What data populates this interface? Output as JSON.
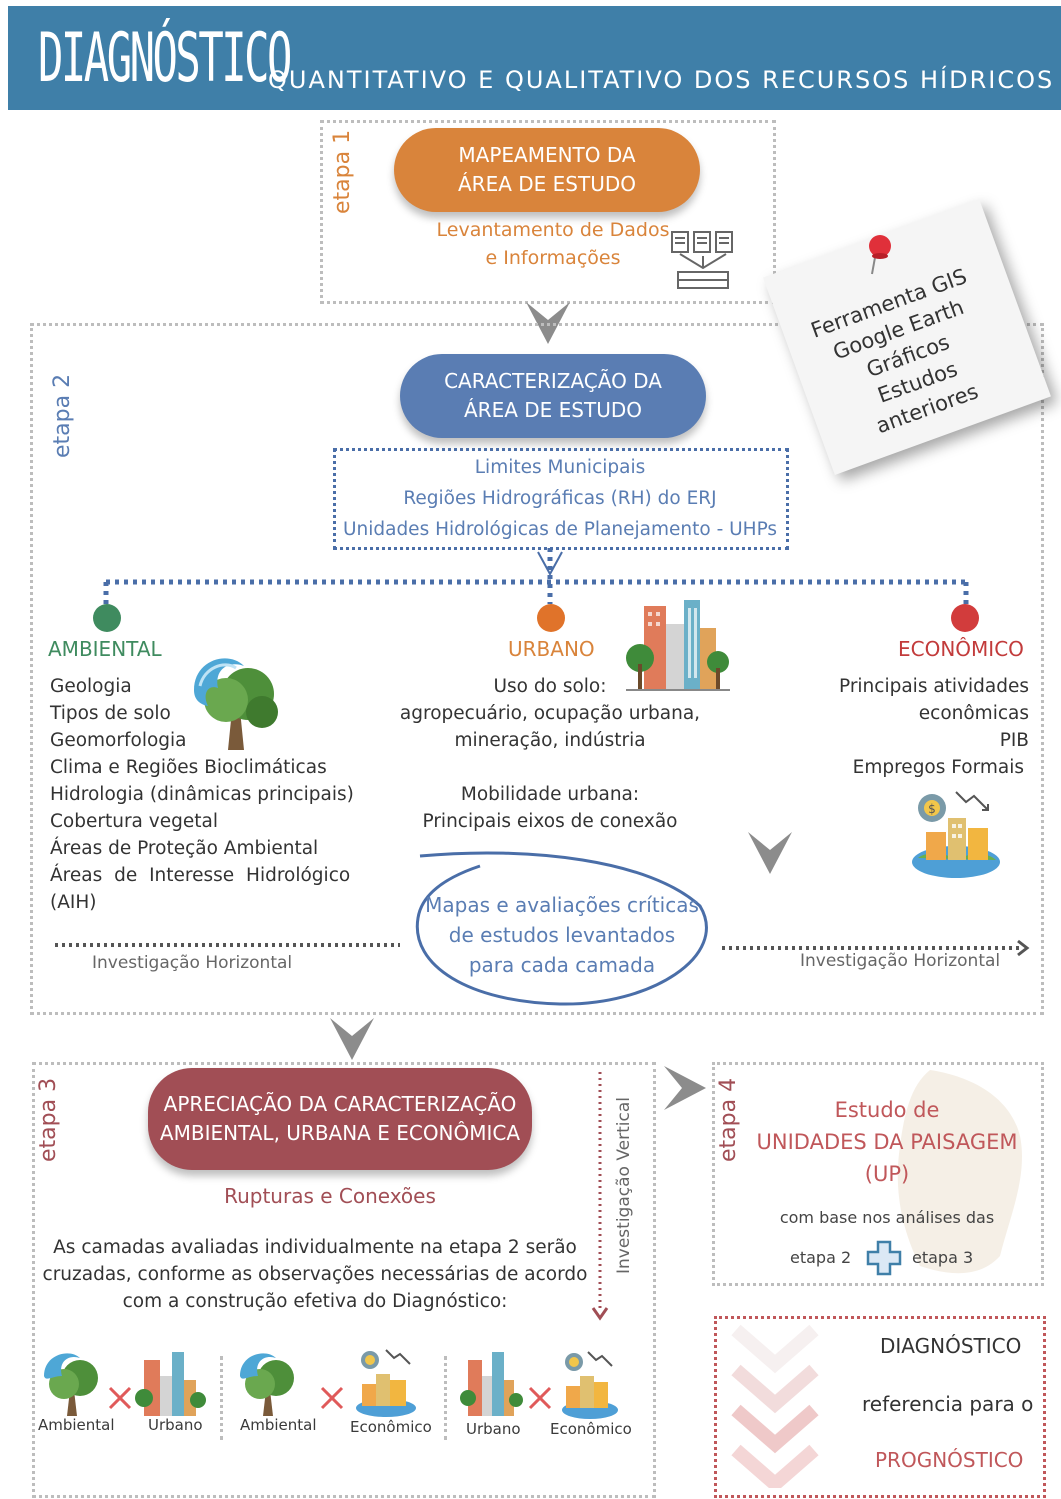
{
  "header": {
    "title": "DIAGNÓSTICO",
    "subtitle": "QUANTITATIVO E QUALITATIVO DOS RECURSOS HÍDRICOS"
  },
  "etapa1": {
    "label": "etapa 1",
    "box_title_line1": "MAPEAMENTO DA",
    "box_title_line2": "ÁREA DE ESTUDO",
    "sub_line1": "Levantamento de Dados",
    "sub_line2": "e Informações"
  },
  "note": {
    "line1": "Ferramenta GIS",
    "line2": "Google Earth",
    "line3": "Gráficos",
    "line4": "Estudos",
    "line5": "anteriores"
  },
  "etapa2": {
    "label": "etapa 2",
    "box_title_line1": "CARACTERIZAÇÃO DA",
    "box_title_line2": "ÁREA DE ESTUDO",
    "limits": [
      "Limites Municipais",
      "Regiões Hidrográficas (RH) do ERJ",
      "Unidades Hidrológicas de Planejamento - UHPs"
    ],
    "ambiental": {
      "title": "AMBIENTAL",
      "items": [
        "Geologia",
        "Tipos de solo",
        "Geomorfologia",
        "Clima e Regiões Bioclimáticas",
        "Hidrologia (dinâmicas principais)",
        "Cobertura vegetal",
        "Áreas de Proteção Ambiental",
        "Áreas de Interesse Hidrológico",
        "(AIH)"
      ]
    },
    "urbano": {
      "title": "URBANO",
      "items": [
        "Uso do solo:",
        "agropecuário, ocupação urbana,",
        "mineração, indústria",
        "",
        "Mobilidade urbana:",
        "Principais eixos de conexão"
      ]
    },
    "economico": {
      "title": "ECONÔMICO",
      "items": [
        "Principais atividades",
        "econômicas",
        "PIB",
        "Empregos Formais"
      ]
    },
    "circle_line1": "Mapas e avaliações críticas",
    "circle_line2": "de estudos levantados",
    "circle_line3": "para cada camada",
    "horizontal_left": "Investigação Horizontal",
    "horizontal_right": "Investigação Horizontal"
  },
  "etapa3": {
    "label": "etapa 3",
    "box_title_line1": "APRECIAÇÃO DA CARACTERIZAÇÃO",
    "box_title_line2": "AMBIENTAL, URBANA E ECONÔMICA",
    "subtitle": "Rupturas e Conexões",
    "text_line1": "As camadas avaliadas individualmente na etapa 2 serão",
    "text_line2": "cruzadas, conforme as observações necessárias de acordo",
    "text_line3": "com a construção efetiva do Diagnóstico:",
    "vertical": "Investigação Vertical",
    "pairs": [
      {
        "a": "Ambiental",
        "b": "Urbano"
      },
      {
        "a": "Ambiental",
        "b": "Econômico"
      },
      {
        "a": "Urbano",
        "b": "Econômico"
      }
    ]
  },
  "etapa4": {
    "label": "etapa 4",
    "title_line1": "Estudo de",
    "title_line2": "UNIDADES DA PAISAGEM",
    "title_line3": "(UP)",
    "sub": "com base nos análises das",
    "left": "etapa 2",
    "right": "etapa 3"
  },
  "final": {
    "line1": "DIAGNÓSTICO",
    "line2": "referencia para o",
    "line3": "PROGNÓSTICO"
  },
  "colors": {
    "header": "#3f7fa8",
    "orange": "#d9843b",
    "blue": "#5a7db3",
    "green": "#3f8b5f",
    "red": "#c23b3b",
    "maroon": "#a14e55"
  }
}
